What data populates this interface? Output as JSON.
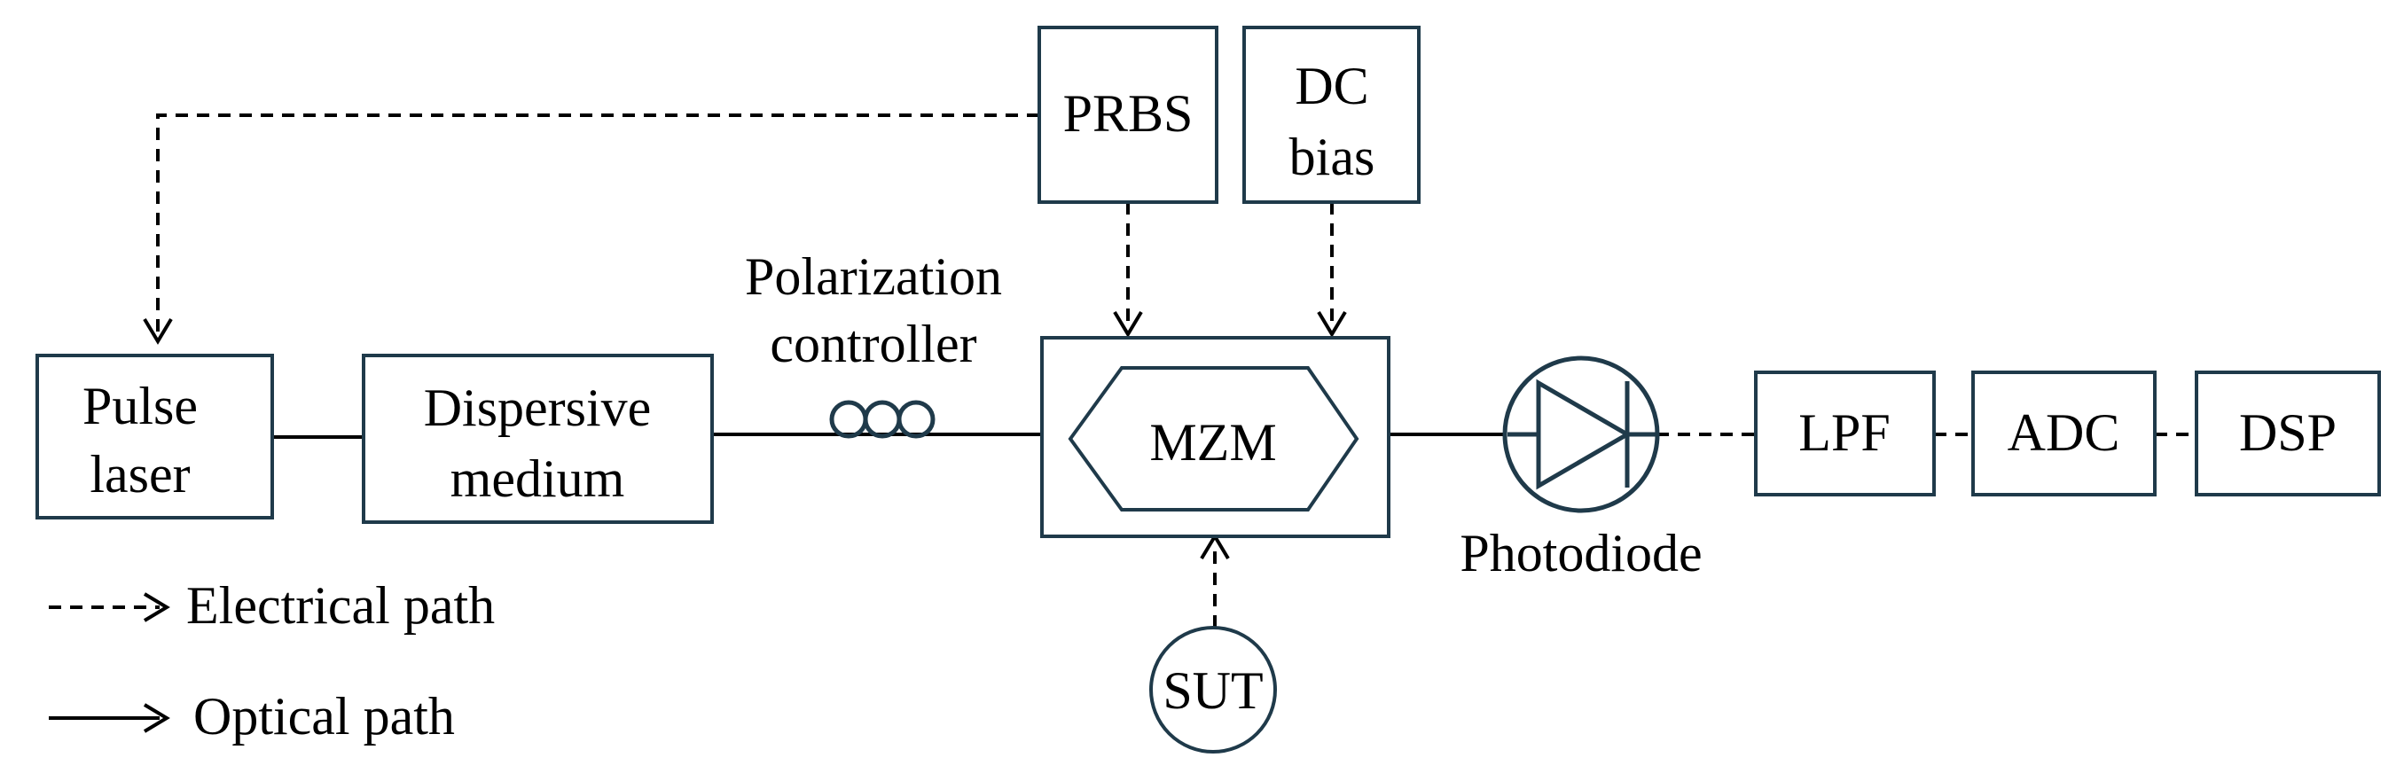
{
  "blocks": {
    "pulse_laser": [
      "Pulse",
      "laser"
    ],
    "dispersive_medium": [
      "Dispersive",
      "medium"
    ],
    "polarization_controller": [
      "Polarization",
      "controller"
    ],
    "mzm": "MZM",
    "prbs": "PRBS",
    "dc_bias": [
      "DC",
      "bias"
    ],
    "sut": "SUT",
    "photodiode": "Photodiode",
    "lpf": "LPF",
    "adc": "ADC",
    "dsp": "DSP"
  },
  "legend": {
    "electrical": "Electrical path",
    "optical": "Optical path"
  }
}
